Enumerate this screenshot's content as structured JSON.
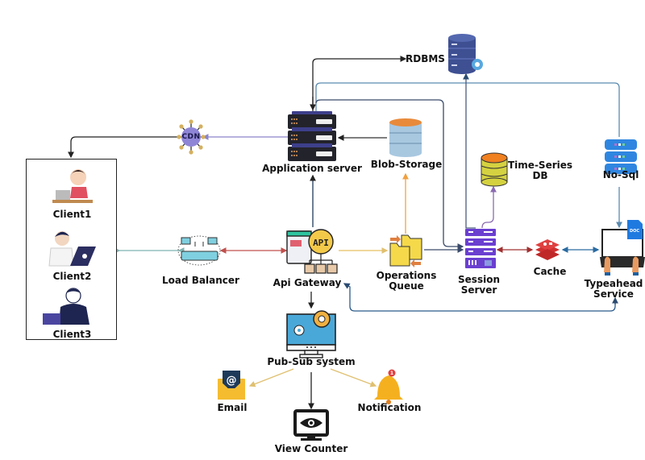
{
  "diagram": {
    "title": "",
    "clients_group": {
      "clients": [
        {
          "label": "Client1",
          "icon": "person-with-laptop-icon"
        },
        {
          "label": "Client2",
          "icon": "person-with-laptop-icon"
        },
        {
          "label": "Client3",
          "icon": "person-with-laptop-icon"
        }
      ]
    },
    "nodes": {
      "cdn": {
        "label": "CDN",
        "icon": "cdn-network-icon"
      },
      "load_balancer": {
        "label": "Load Balancer",
        "icon": "load-balancer-icon"
      },
      "app_server": {
        "label": "Application server",
        "icon": "server-rack-icon"
      },
      "api_gateway": {
        "label": "Api Gateway",
        "icon_text": "API",
        "icon": "api-gateway-icon"
      },
      "rdbms": {
        "label": "RDBMS",
        "icon": "database-gear-icon"
      },
      "blob_storage": {
        "label": "Blob-Storage",
        "icon": "blob-storage-icon"
      },
      "time_series_db": {
        "label_line1": "Time-Series",
        "label_line2": "DB",
        "icon": "database-icon"
      },
      "no_sql": {
        "label": "No-Sql",
        "icon": "nosql-database-icon"
      },
      "operations_queue": {
        "label_line1": "Operations",
        "label_line2": "Queue",
        "icon": "folder-queue-icon"
      },
      "session_server": {
        "label_line1": "Session",
        "label_line2": "Server",
        "icon": "session-server-icon"
      },
      "cache": {
        "label": "Cache",
        "icon": "cache-redis-icon"
      },
      "typeahead": {
        "label_line1": "Typeahead",
        "label_line2": "Service",
        "doc_badge": "DOC",
        "icon": "typing-laptop-icon"
      },
      "pubsub": {
        "label": "Pub-Sub system",
        "icon": "monitor-gear-icon"
      },
      "email": {
        "label": "Email",
        "icon_text": "@",
        "icon": "email-envelope-icon"
      },
      "notification": {
        "label": "Notification",
        "badge": "1",
        "icon": "bell-icon"
      },
      "view_counter": {
        "label": "View Counter",
        "icon": "eye-monitor-icon"
      }
    },
    "edges": [
      {
        "from": "app_server",
        "to": "cdn",
        "color": "#8a84c9"
      },
      {
        "from": "cdn",
        "to": "clients",
        "color": "#222222"
      },
      {
        "from": "load_balancer",
        "to": "clients",
        "color": "#7fb3b0",
        "bidirectional": true
      },
      {
        "from": "api_gateway",
        "to": "load_balancer",
        "color": "#c0504d",
        "bidirectional": true
      },
      {
        "from": "api_gateway",
        "to": "app_server",
        "color": "#1f3a5a"
      },
      {
        "from": "app_server",
        "to": "rdbms",
        "color": "#222222",
        "bidirectional": true
      },
      {
        "from": "blob_storage",
        "to": "app_server",
        "color": "#333333"
      },
      {
        "from": "operations_queue",
        "to": "blob_storage",
        "color": "#f0a040"
      },
      {
        "from": "api_gateway",
        "to": "operations_queue",
        "color": "#e8c060"
      },
      {
        "from": "operations_queue",
        "to": "session_server",
        "color": "#3a4a6a"
      },
      {
        "from": "app_server",
        "to": "session_server",
        "color": "#3a4a6a"
      },
      {
        "from": "session_server",
        "to": "rdbms",
        "color": "#4a5a80"
      },
      {
        "from": "session_server",
        "to": "time_series_db",
        "color": "#8a6ab0"
      },
      {
        "from": "app_server",
        "to": "no_sql",
        "color": "#5a8ab0"
      },
      {
        "from": "no_sql",
        "to": "typeahead",
        "color": "#5a8ab0"
      },
      {
        "from": "session_server",
        "to": "cache",
        "color": "#a03030",
        "bidirectional": true
      },
      {
        "from": "cache",
        "to": "typeahead",
        "color": "#2a6aa0",
        "bidirectional": true
      },
      {
        "from": "typeahead",
        "to": "api_gateway",
        "color": "#2a5a8a",
        "bidirectional": true
      },
      {
        "from": "api_gateway",
        "to": "pubsub",
        "color": "#222222"
      },
      {
        "from": "pubsub",
        "to": "email",
        "color": "#e0c070"
      },
      {
        "from": "pubsub",
        "to": "notification",
        "color": "#e0c070"
      },
      {
        "from": "pubsub",
        "to": "view_counter",
        "color": "#222222"
      }
    ]
  }
}
